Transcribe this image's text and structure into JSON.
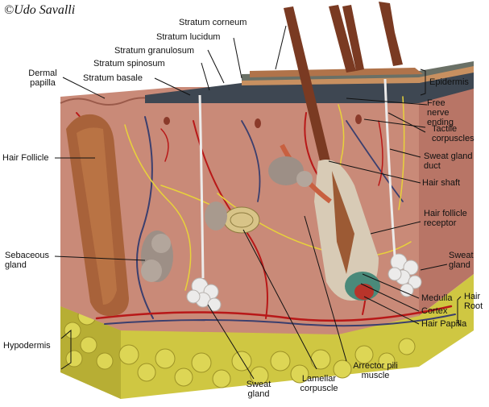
{
  "credit": "©Udo Savalli",
  "labels": {
    "stratum_corneum": "Stratum corneum",
    "stratum_lucidum": "Stratum lucidum",
    "stratum_granulosum": "Stratum granulosum",
    "stratum_spinosum": "Stratum spinosum",
    "stratum_basale": "Stratum basale",
    "dermal_papilla": "Dermal papilla",
    "hair_follicle": "Hair Follicle",
    "sebaceous_gland": "Sebaceous gland",
    "hypodermis": "Hypodermis",
    "sweat_gland_bottom": "Sweat gland",
    "lamellar_corpuscle": "Lamellar corpuscle",
    "arrector_pili_muscle": "Arrector pili muscle",
    "epidermis": "Epidermis",
    "free_nerve_ending": "Free nerve ending",
    "tactile_corpuscles": "Tactile corpuscles",
    "sweat_gland_duct": "Sweat gland duct",
    "hair_shaft": "Hair shaft",
    "hair_follicle_receptor": "Hair follicle receptor",
    "sweat_gland_right": "Sweat gland",
    "medulla": "Medulla",
    "cortex": "Cortex",
    "hair_papilla": "Hair Papilla",
    "hair_root": "Hair Root"
  },
  "colors": {
    "dermis": "#c98a78",
    "dermis_dark": "#a86a5a",
    "epidermis_top": "#b0734a",
    "basal_layer": "#3e4752",
    "hypodermis_fat": "#d6cf4a",
    "hypodermis_dark": "#a89c2c",
    "hair": "#7a3a22",
    "follicle": "#9c5a34",
    "artery": "#b81818",
    "vein": "#3b3f6e",
    "nerve": "#e8d23a",
    "gland_white": "#ecebea"
  }
}
